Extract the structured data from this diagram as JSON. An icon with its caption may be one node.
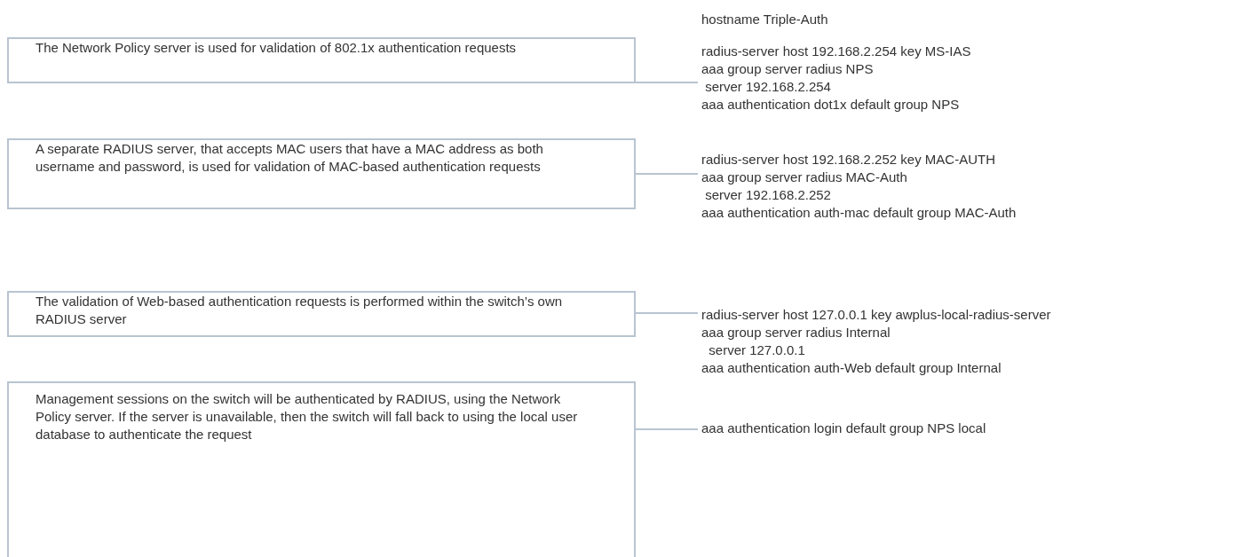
{
  "diagram": {
    "nodes": [
      {
        "text": [
          "The Network Policy server is used for validation of 802.1x authentication requests"
        ]
      },
      {
        "text": [
          "A separate RADIUS server, that accepts MAC users that have a MAC address as both username and password, is used for validation of MAC-based authentication requests"
        ]
      },
      {
        "text": [
          "The validation of Web-based authentication requests is performed within the switch’s own RADIUS server"
        ]
      },
      {
        "text": [
          "Management sessions on the switch will be authenticated by RADIUS, using the Network Policy server. If the server is unavailable, then the switch will fall back to using the local user database to authenticate the request"
        ]
      },
      {
        "text": [
          "radius-server host 192.168.2.254 key MS-IAS",
          "aaa group server radius NPS",
          " server 192.168.2.254",
          "aaa authentication dot1x default group NPS"
        ]
      },
      {
        "text": [
          "radius-server host 192.168.2.252 key MAC-AUTH",
          "aaa group server radius MAC-Auth",
          " server 192.168.2.252",
          "aaa authentication auth-mac default group MAC-Auth"
        ]
      },
      {
        "text": [
          "radius-server host 127.0.0.1 key awplus-local-radius-server",
          "aaa group server radius Internal",
          "  server 127.0.0.1",
          "aaa authentication auth-Web default group Internal"
        ]
      },
      {
        "text": [
          "aaa authentication login default group NPS local"
        ]
      }
    ],
    "edges": [
      {
        "from": 0,
        "to": 4,
        "arrow": "none"
      },
      {
        "from": 1,
        "to": 5,
        "arrow": "none"
      },
      {
        "from": 2,
        "to": 6,
        "arrow": "none"
      },
      {
        "from": 3,
        "to": 7,
        "arrow": "none"
      }
    ],
    "labels": [
      "hostname Triple-Auth"
    ]
  }
}
